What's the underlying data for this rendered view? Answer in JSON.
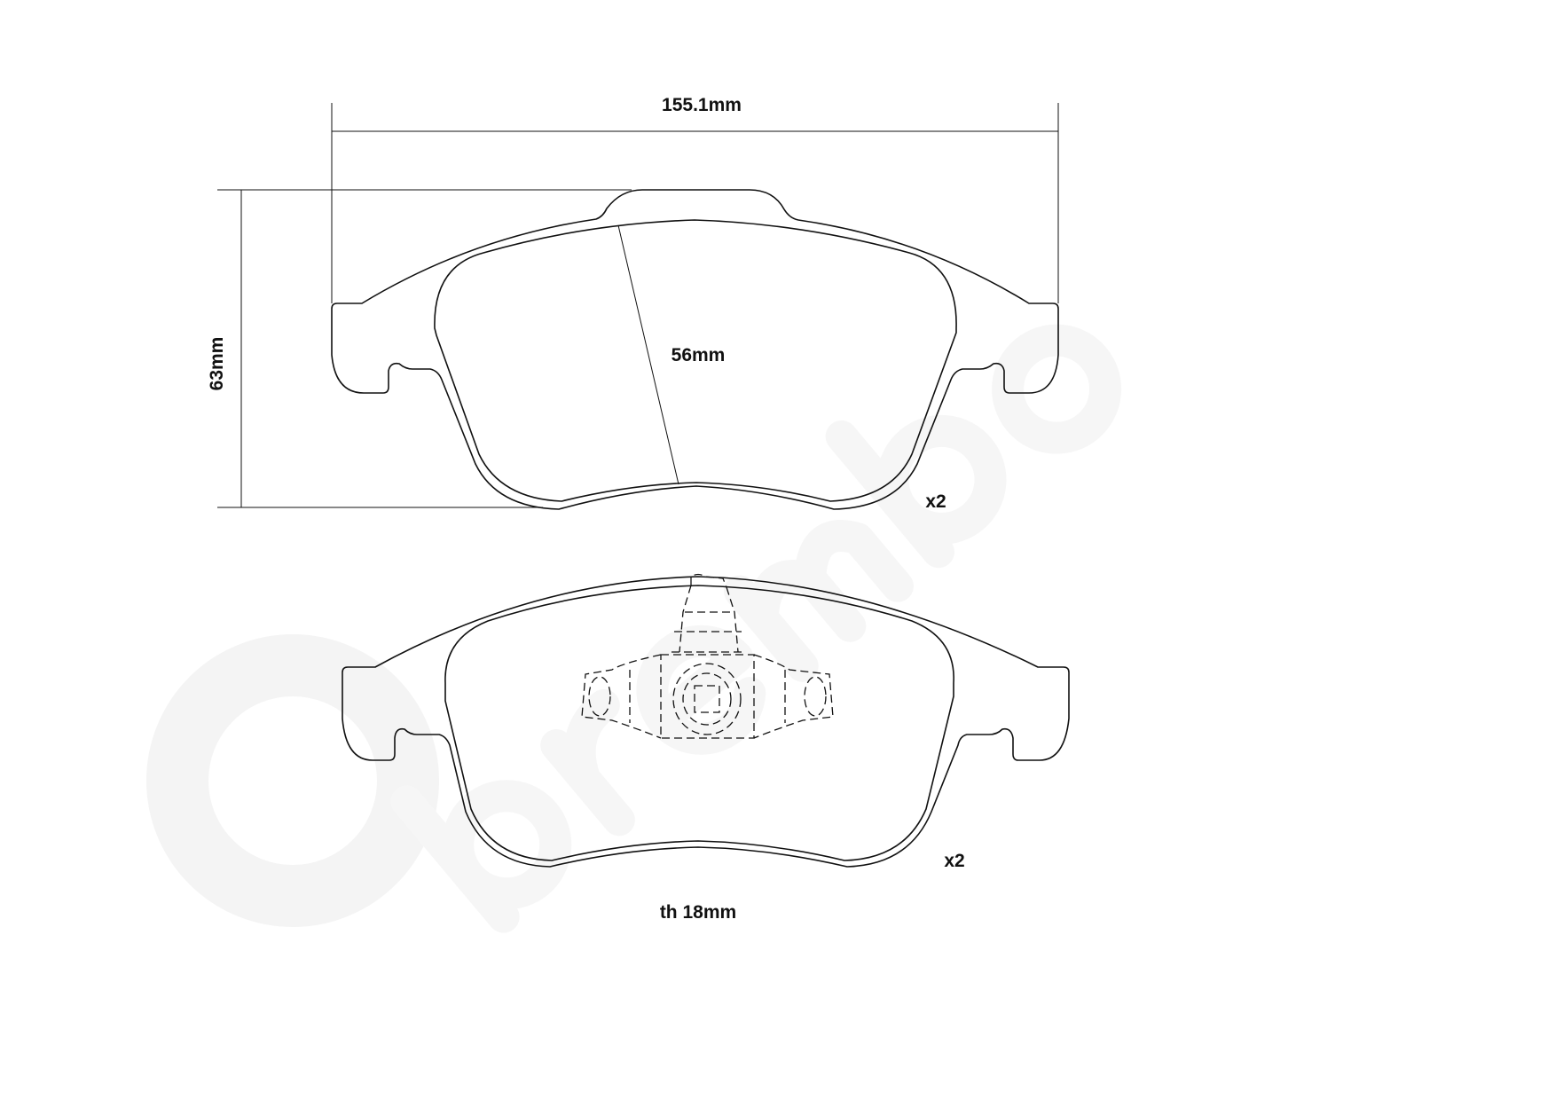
{
  "watermark": {
    "logo_text": "brembo",
    "color": "#f4f4f4"
  },
  "top_pad": {
    "width_label": "155.1mm",
    "height_label": "63mm",
    "friction_height_label": "56mm",
    "quantity_label": "x2"
  },
  "bottom_pad": {
    "quantity_label": "x2",
    "thickness_label": "th 18mm"
  }
}
